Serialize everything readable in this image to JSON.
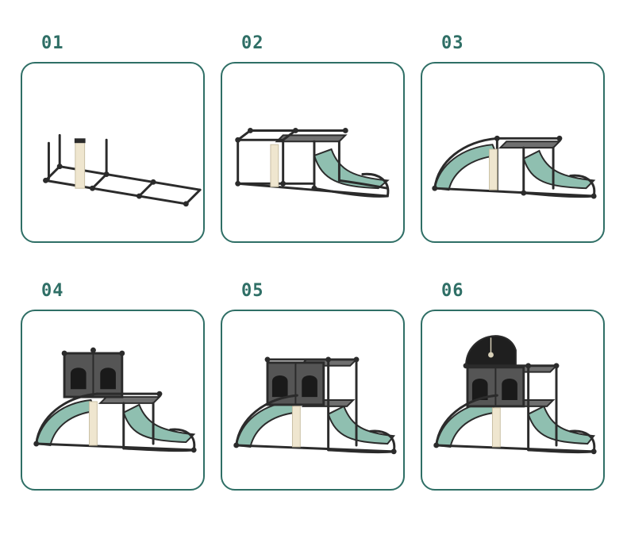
{
  "steps": [
    {
      "label": "01",
      "image": "assembly-step-1-base-frame"
    },
    {
      "label": "02",
      "image": "assembly-step-2-platform-and-ramp"
    },
    {
      "label": "03",
      "image": "assembly-step-3-curved-ramp"
    },
    {
      "label": "04",
      "image": "assembly-step-4-condo-box"
    },
    {
      "label": "05",
      "image": "assembly-step-5-second-platform"
    },
    {
      "label": "06",
      "image": "assembly-step-6-tunnel-dome"
    }
  ],
  "colors": {
    "accent": "#2f6f66",
    "frame": "#2b2b2b",
    "fabric_green": "#8fbfb0",
    "fabric_grey": "#6f6f6f",
    "condo": "#555555",
    "sisal": "#efe6cf"
  }
}
